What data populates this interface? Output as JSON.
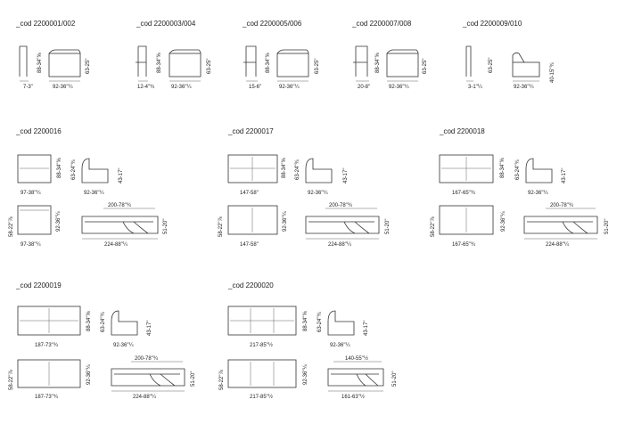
{
  "sheet": {
    "row1": [
      {
        "code": "_cod 2200001/002",
        "depth": "88-34\"⅝",
        "height": "63-25\"",
        "arm": "7-3\"",
        "width": "92-36\"¼"
      },
      {
        "code": "_cod 2200003/004",
        "depth": "88-34\"⅝",
        "height": "63-25\"",
        "arm": "12-4\"¾",
        "width": "92-36\"¼"
      },
      {
        "code": "_cod 2200005/006",
        "depth": "88-34\"⅝",
        "height": "63-25\"",
        "arm": "15-6\"",
        "width": "92-36\"¼"
      },
      {
        "code": "_cod 2200007/008",
        "depth": "88-34\"⅝",
        "height": "63-25\"",
        "arm": "20-8\"",
        "width": "92-36\"¼"
      },
      {
        "code": "_cod 2200009/010",
        "depth": "63-25\"",
        "height": "40-15\"¾",
        "arm": "3-1\"¼",
        "width": "92-36\"¼"
      }
    ],
    "row2": [
      {
        "code": "_cod 2200016",
        "w": "97-38\"¼",
        "d": "88-34\"⅝",
        "sh": "63-24\"¾",
        "sd": "92-36\"¼",
        "seat": "43-17\"",
        "bd": "58-22\"⅞",
        "bdd": "92-36\"¼",
        "bw": "97-38\"¼",
        "mat": "200-78\"¾",
        "ext": "224-88\"¼",
        "mh": "51-20\""
      },
      {
        "code": "_cod 2200017",
        "w": "147-58\"",
        "d": "88-34\"⅝",
        "sh": "63-24\"¾",
        "sd": "92-36\"¼",
        "seat": "43-17\"",
        "bd": "58-22\"⅞",
        "bdd": "92-36\"¼",
        "bw": "147-58\"",
        "mat": "200-78\"¾",
        "ext": "224-88\"¼",
        "mh": "51-20\""
      },
      {
        "code": "_cod 2200018",
        "w": "167-65\"¾",
        "d": "88-34\"⅝",
        "sh": "63-24\"¾",
        "sd": "92-36\"¼",
        "seat": "43-17\"",
        "bd": "58-22\"⅞",
        "bdd": "92-36\"¼",
        "bw": "167-65\"¾",
        "mat": "200-78\"¾",
        "ext": "224-88\"¼",
        "mh": "51-20\""
      }
    ],
    "row3": [
      {
        "code": "_cod 2200019",
        "w": "187-73\"¾",
        "d": "88-34\"⅝",
        "sh": "63-24\"¾",
        "sd": "92-36\"¼",
        "seat": "43-17\"",
        "bd": "58-22\"⅞",
        "bdd": "92-36\"¼",
        "bw": "187-73\"¾",
        "mat": "200-78\"¾",
        "ext": "224-88\"¼",
        "mh": "51-20\""
      },
      {
        "code": "_cod 2200020",
        "w": "217-85\"½",
        "d": "88-34\"⅝",
        "sh": "63-24\"¾",
        "sd": "92-36\"¼",
        "seat": "43-17\"",
        "bd": "58-22\"⅞",
        "bdd": "92-36\"¼",
        "bw": "217-85\"½",
        "mat": "140-55\"½",
        "ext": "161-63\"½",
        "mh": "51-20\""
      }
    ]
  }
}
